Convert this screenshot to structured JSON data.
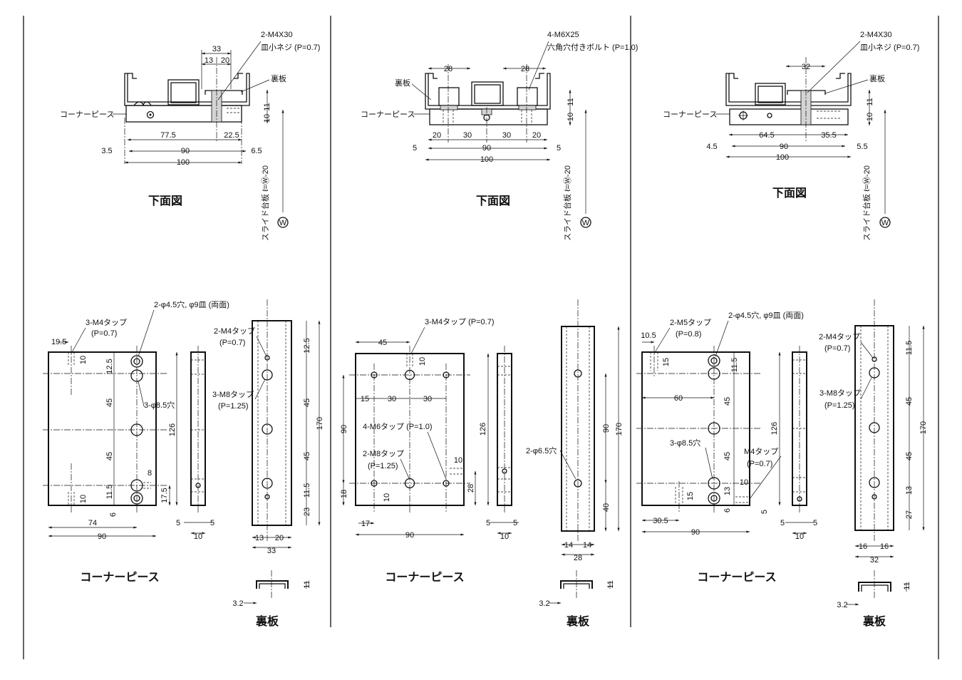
{
  "panels": [
    {
      "id": "left",
      "bottom_view": {
        "title": "下面図",
        "callout_screw": "2-M4X30",
        "callout_screw_sub": "皿小ネジ (P=0.7)",
        "callout_backplate": "裏板",
        "callout_corner": "コーナーピース",
        "dims_top": [
          "33",
          "13",
          "20"
        ],
        "dim_right_upper": "11",
        "dim_right_lower": "10",
        "dims_mid": [
          "77.5",
          "22.5"
        ],
        "dims_low": [
          "3.5",
          "90",
          "6.5"
        ],
        "dim_total": "100",
        "vertical_label": "スライド台板 ℓ=Ⓦ-20",
        "w_mark": "W"
      },
      "corner_piece": {
        "title": "コーナーピース",
        "tap_a": "3-M4タップ",
        "tap_a_pitch": "(P=0.7)",
        "hole_a": "2-φ4.5穴, φ9皿 (両面)",
        "hole_b": "3-φ8.5穴",
        "dims": [
          "19.5",
          "10",
          "12.5",
          "45",
          "45",
          "11.5",
          "10",
          "6",
          "8",
          "17.5",
          "126",
          "74",
          "90"
        ],
        "side_dims": [
          "5",
          "5",
          "10"
        ]
      },
      "backplate": {
        "title": "裏板",
        "tap_a": "2-M4タップ",
        "tap_a_pitch": "(P=0.7)",
        "tap_b": "3-M8タップ",
        "tap_b_pitch": "(P=1.25)",
        "dims_v": [
          "12.5",
          "45",
          "45",
          "11.5",
          "23"
        ],
        "dim_total_v": "170",
        "dims_h": [
          "13",
          "20"
        ],
        "dim_total_h": "33",
        "section_dims": [
          "11",
          "3.2"
        ]
      }
    },
    {
      "id": "middle",
      "bottom_view": {
        "title": "下面図",
        "callout_screw": "4-M6X25",
        "callout_screw_sub": "六角穴付きボルト (P=1.0)",
        "callout_backplate": "裏板",
        "callout_corner": "コーナーピース",
        "dims_top": [
          "28",
          "28"
        ],
        "dim_right_upper": "11",
        "dim_right_lower": "10",
        "dims_mid": [
          "20",
          "30",
          "30",
          "20"
        ],
        "dims_low": [
          "5",
          "90",
          "5"
        ],
        "dim_total": "100",
        "vertical_label": "スライド台板 ℓ=Ⓦ-20",
        "w_mark": "W"
      },
      "corner_piece": {
        "title": "コーナーピース",
        "tap_a": "3-M4タップ (P=0.7)",
        "tap_b": "4-M6タップ (P=1.0)",
        "tap_c": "2-M8タップ",
        "tap_c_pitch": "(P=1.25)",
        "dims": [
          "45",
          "10",
          "15",
          "30",
          "30",
          "90",
          "18",
          "17",
          "10",
          "10",
          "28",
          "126",
          "90"
        ],
        "side_dims": [
          "5",
          "5",
          "10"
        ]
      },
      "backplate": {
        "title": "裏板",
        "hole_a": "2-φ6.5穴",
        "dims_v": [
          "90",
          "40"
        ],
        "dim_total_v": "170",
        "dims_h": [
          "14",
          "14"
        ],
        "dim_total_h": "28",
        "section_dims": [
          "11",
          "3.2"
        ]
      }
    },
    {
      "id": "right",
      "bottom_view": {
        "title": "下面図",
        "callout_screw": "2-M4X30",
        "callout_screw_sub": "皿小ネジ (P=0.7)",
        "callout_backplate": "裏板",
        "callout_corner": "コーナーピース",
        "dims_top": [
          "32"
        ],
        "dim_right_upper": "11",
        "dim_right_lower": "10",
        "dims_mid": [
          "64.5",
          "35.5"
        ],
        "dims_low": [
          "4.5",
          "90",
          "5.5"
        ],
        "dim_total": "100",
        "vertical_label": "スライド台板 ℓ=Ⓦ-20",
        "w_mark": "W"
      },
      "corner_piece": {
        "title": "コーナーピース",
        "tap_a": "2-M5タップ",
        "tap_a_pitch": "(P=0.8)",
        "hole_a": "2-φ4.5穴, φ9皿 (両面)",
        "hole_b": "3-φ8.5穴",
        "tap_b": "M4タップ",
        "tap_b_pitch": "(P=0.7)",
        "dims": [
          "10.5",
          "15",
          "11.5",
          "60",
          "45",
          "45",
          "13",
          "10",
          "6",
          "5",
          "15",
          "126",
          "30.5",
          "90"
        ],
        "side_dims": [
          "5",
          "5",
          "10"
        ]
      },
      "backplate": {
        "title": "裏板",
        "tap_a": "2-M4タップ",
        "tap_a_pitch": "(P=0.7)",
        "tap_b": "3-M8タップ",
        "tap_b_pitch": "(P=1.25)",
        "dims_v": [
          "11.5",
          "45",
          "45",
          "13",
          "27"
        ],
        "dim_total_v": "170",
        "dims_h": [
          "16",
          "16"
        ],
        "dim_total_h": "32",
        "section_dims": [
          "11",
          "3.2"
        ]
      }
    }
  ]
}
